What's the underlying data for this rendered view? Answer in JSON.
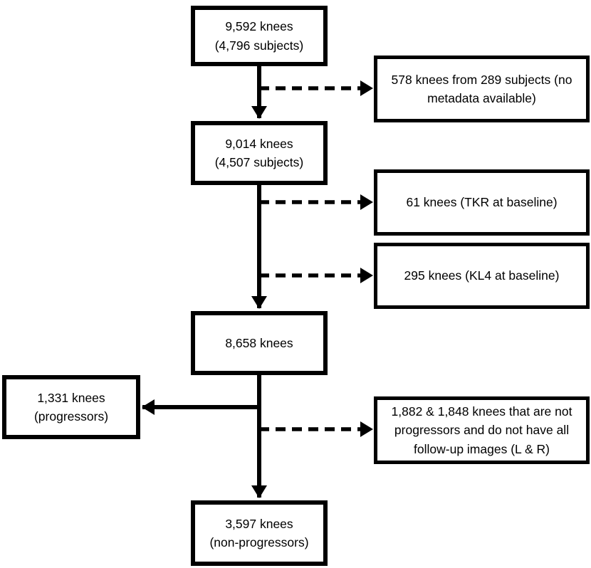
{
  "diagram": {
    "title": "Knee study selection flowchart",
    "colors": {
      "border": "#000000",
      "background": "#ffffff",
      "text": "#000000",
      "arrow": "#000000"
    },
    "nodes": {
      "total": {
        "text": "9,592 knees\n(4,796 subjects)"
      },
      "excluded_no_metadata": {
        "text": "578 knees from 289 subjects (no metadata available)"
      },
      "with_metadata": {
        "text": "9,014 knees\n(4,507 subjects)"
      },
      "excluded_tkr": {
        "text": "61 knees (TKR at baseline)"
      },
      "excluded_kl4": {
        "text": "295 knees (KL4 at baseline)"
      },
      "eligible": {
        "text": "8,658 knees"
      },
      "progressors": {
        "text": "1,331 knees\n(progressors)"
      },
      "excluded_not_progressors_incomplete": {
        "text": "1,882 & 1,848 knees that are not progressors and do not have all follow-up images (L & R)"
      },
      "non_progressors": {
        "text": "3,597 knees\n(non-progressors)"
      }
    },
    "edges": [
      {
        "from": "total",
        "to": "with_metadata",
        "style": "solid"
      },
      {
        "from": "total",
        "to": "excluded_no_metadata",
        "style": "dashed"
      },
      {
        "from": "with_metadata",
        "to": "eligible",
        "style": "solid"
      },
      {
        "from": "with_metadata",
        "to": "excluded_tkr",
        "style": "dashed"
      },
      {
        "from": "with_metadata",
        "to": "excluded_kl4",
        "style": "dashed"
      },
      {
        "from": "eligible",
        "to": "progressors",
        "style": "solid"
      },
      {
        "from": "eligible",
        "to": "excluded_not_progressors_incomplete",
        "style": "dashed"
      },
      {
        "from": "eligible",
        "to": "non_progressors",
        "style": "solid"
      }
    ]
  }
}
